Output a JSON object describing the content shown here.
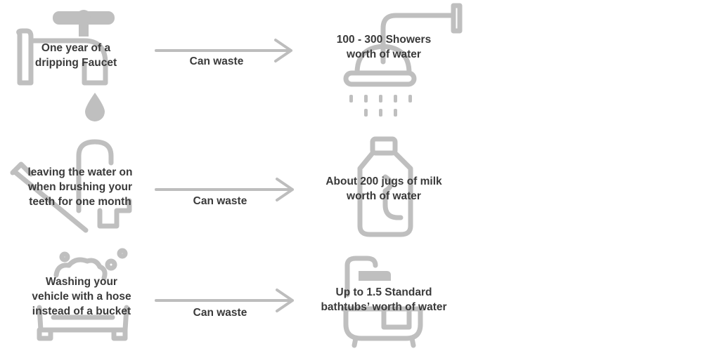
{
  "rows": [
    {
      "source_lines": [
        "One year of a",
        "dripping Faucet"
      ],
      "verb": "Can waste",
      "result_lines": [
        "100 - 300 Showers",
        "worth of water"
      ],
      "source_icon": "dripping-faucet-icon",
      "result_icon": "shower-head-icon"
    },
    {
      "source_lines": [
        "leaving the water on",
        "when brushing your",
        "teeth for one month"
      ],
      "verb": "Can waste",
      "result_lines": [
        "About 200 jugs of milk",
        "worth of water"
      ],
      "source_icon": "toothbrush-tap-icon",
      "result_icon": "milk-jug-icon"
    },
    {
      "source_lines": [
        "Washing your",
        "vehicle with a hose",
        "instead of a bucket"
      ],
      "verb": "Can waste",
      "result_lines": [
        "Up to 1.5 Standard",
        "bathtubs’ worth of water"
      ],
      "source_icon": "car-wash-icon",
      "result_icon": "bathtub-icon"
    }
  ],
  "colors": {
    "icon": "#bfbfbf",
    "text": "#3a3a3a",
    "arrow": "#bdbdbd"
  }
}
